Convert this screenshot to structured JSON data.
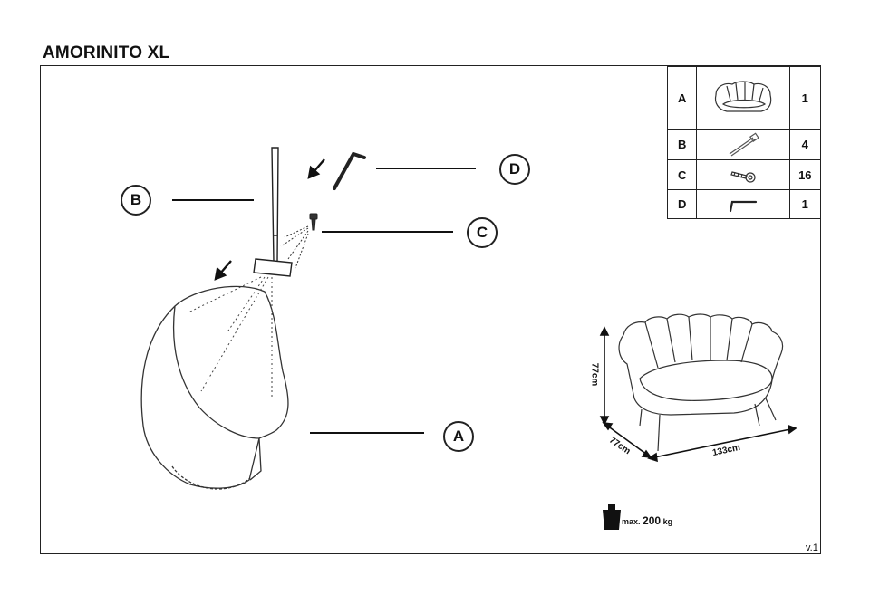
{
  "title": "AMORINITO XL",
  "version": "v.1",
  "parts": [
    {
      "label": "A",
      "qty": "1",
      "icon": "sofa-icon"
    },
    {
      "label": "B",
      "qty": "4",
      "icon": "leg-icon"
    },
    {
      "label": "C",
      "qty": "16",
      "icon": "screw-icon"
    },
    {
      "label": "D",
      "qty": "1",
      "icon": "allen-key-icon"
    }
  ],
  "callouts": {
    "a": "A",
    "b": "B",
    "c": "C",
    "d": "D"
  },
  "dimensions": {
    "height": "77cm",
    "depth": "77cm",
    "width": "133cm"
  },
  "max_load": {
    "prefix": "max.",
    "value": "200",
    "unit": "kg"
  }
}
